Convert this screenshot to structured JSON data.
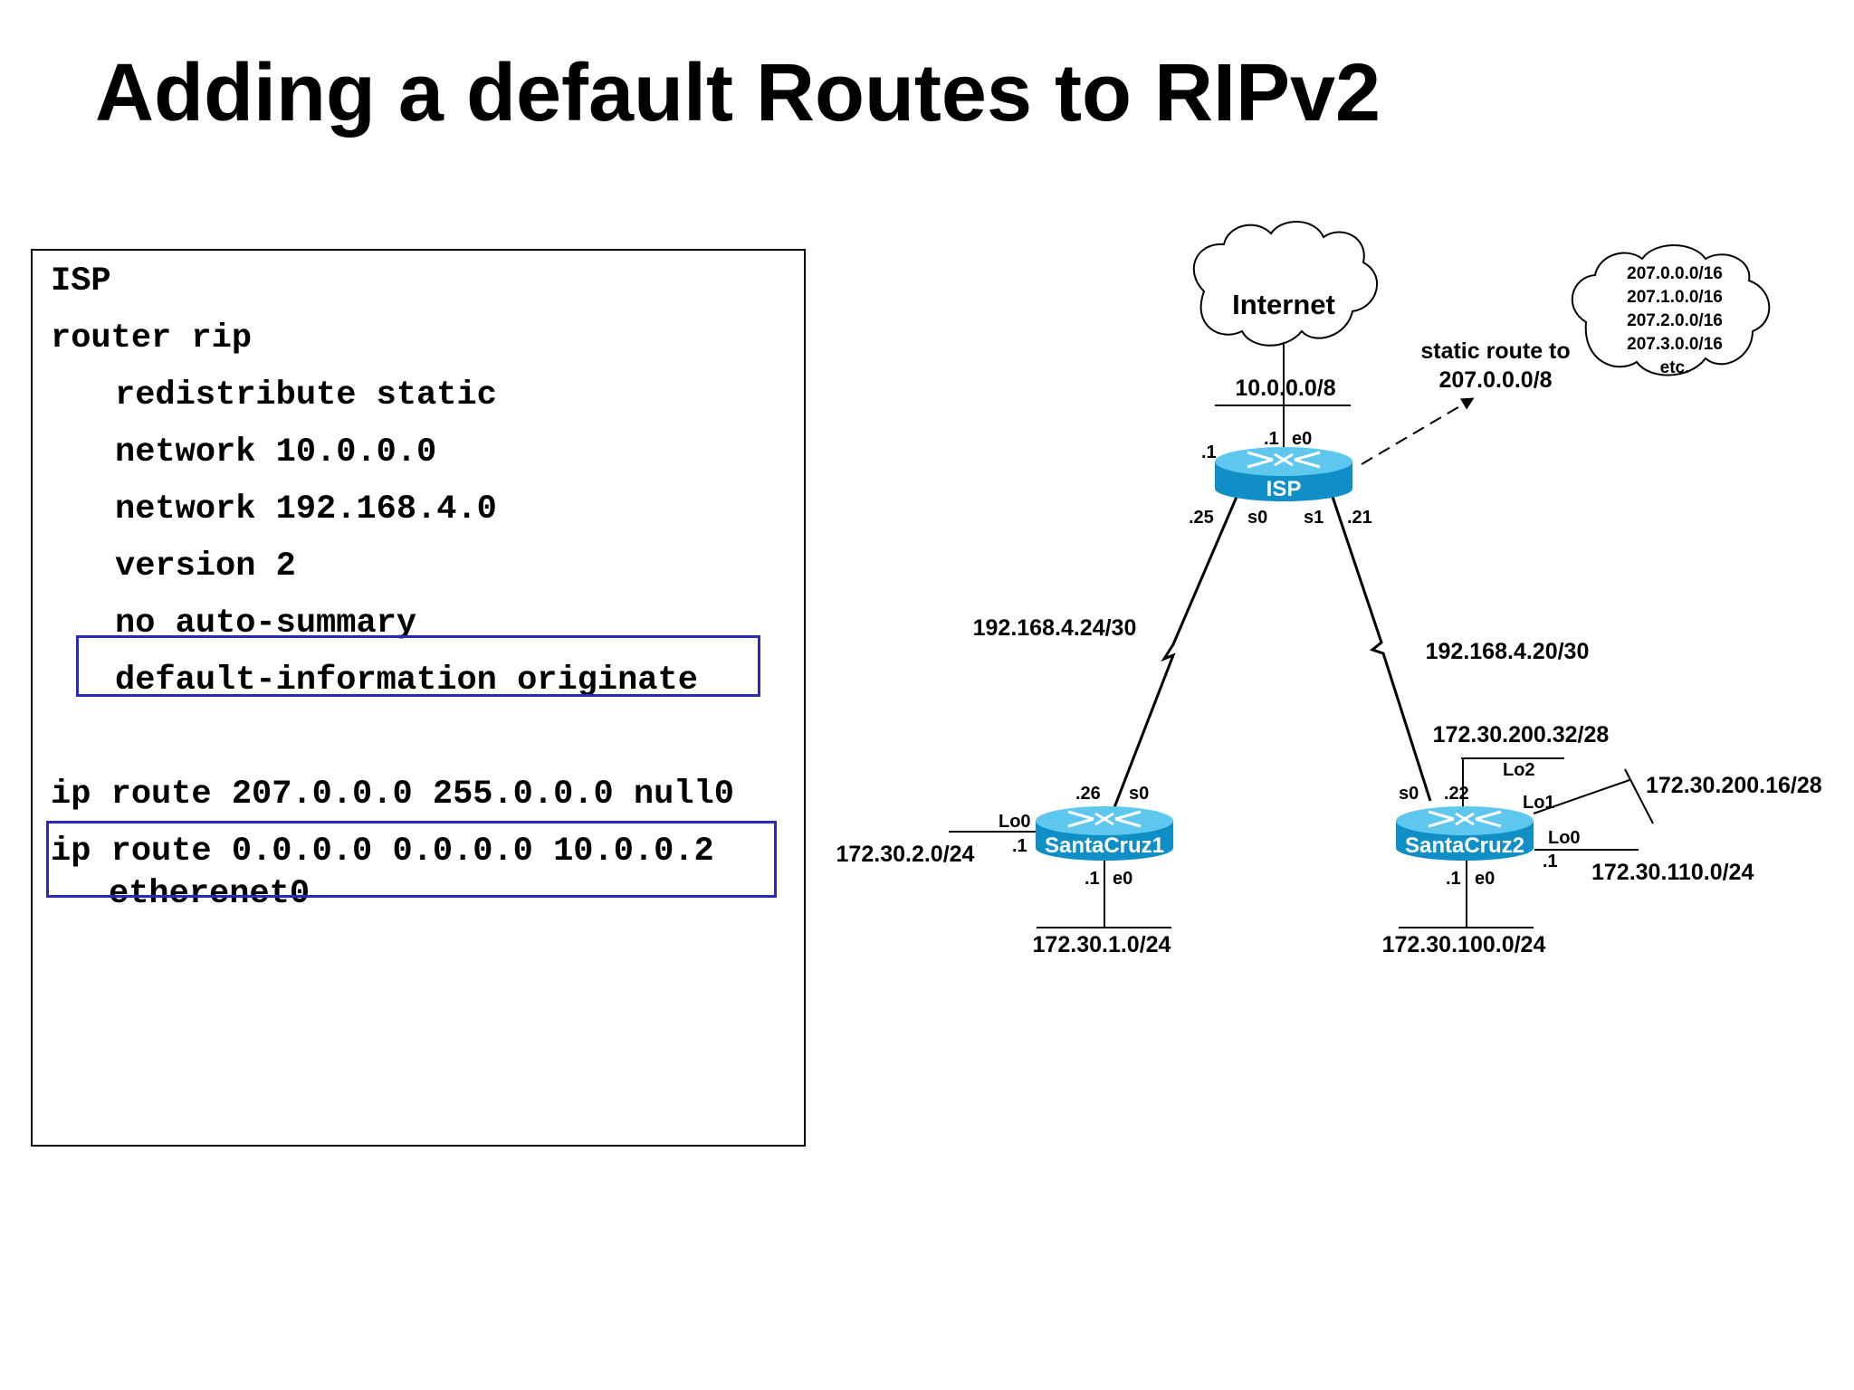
{
  "title": "Adding a default Routes to RIPv2",
  "config": {
    "lines": [
      "ISP",
      "router rip",
      "redistribute static",
      "network 10.0.0.0",
      "network 192.168.4.0",
      "version 2",
      "no auto-summary",
      "default-information originate",
      "ip route 207.0.0.0 255.0.0.0 null0",
      "ip route 0.0.0.0 0.0.0.0 10.0.0.2",
      "etherenet0"
    ]
  },
  "diagram": {
    "internet_label": "Internet",
    "cloud_networks": [
      "207.0.0.0/16",
      "207.1.0.0/16",
      "207.2.0.0/16",
      "207.3.0.0/16",
      "etc."
    ],
    "static_route_label": [
      "static route to",
      "207.0.0.0/8"
    ],
    "routers": {
      "isp": "ISP",
      "santacruz1": "SantaCruz1",
      "santacruz2": "SantaCruz2"
    },
    "networks": {
      "isp_lan": "10.0.0.0/8",
      "link_left": "192.168.4.24/30",
      "link_right": "192.168.4.20/30",
      "sc1_lo0": "172.30.2.0/24",
      "sc1_e0": "172.30.1.0/24",
      "sc2_lo2": "172.30.200.32/28",
      "sc2_lo1": "172.30.200.16/28",
      "sc2_lo0": "172.30.110.0/24",
      "sc2_e0": "172.30.100.0/24"
    },
    "interfaces": {
      "isp_e0_addr": ".1",
      "isp_e0": "e0",
      "isp_left_addr": ".1",
      "isp_s0_addr": ".25",
      "isp_s0": "s0",
      "isp_s1": "s1",
      "isp_s1_addr": ".21",
      "sc1_s0_addr": ".26",
      "sc1_s0": "s0",
      "sc1_lo0": "Lo0",
      "sc1_lo0_addr": ".1",
      "sc1_e0_addr": ".1",
      "sc1_e0": "e0",
      "sc2_s0": "s0",
      "sc2_s0_addr": ".22",
      "sc2_lo2": "Lo2",
      "sc2_lo1": "Lo1",
      "sc2_lo0": "Lo0",
      "sc2_lo0_addr": ".1",
      "sc2_e0_addr": ".1",
      "sc2_e0": "e0"
    },
    "colors": {
      "router_top": "#5ec7ee",
      "router_side": "#0f8fc6",
      "highlight": "#2a2ab8"
    }
  }
}
